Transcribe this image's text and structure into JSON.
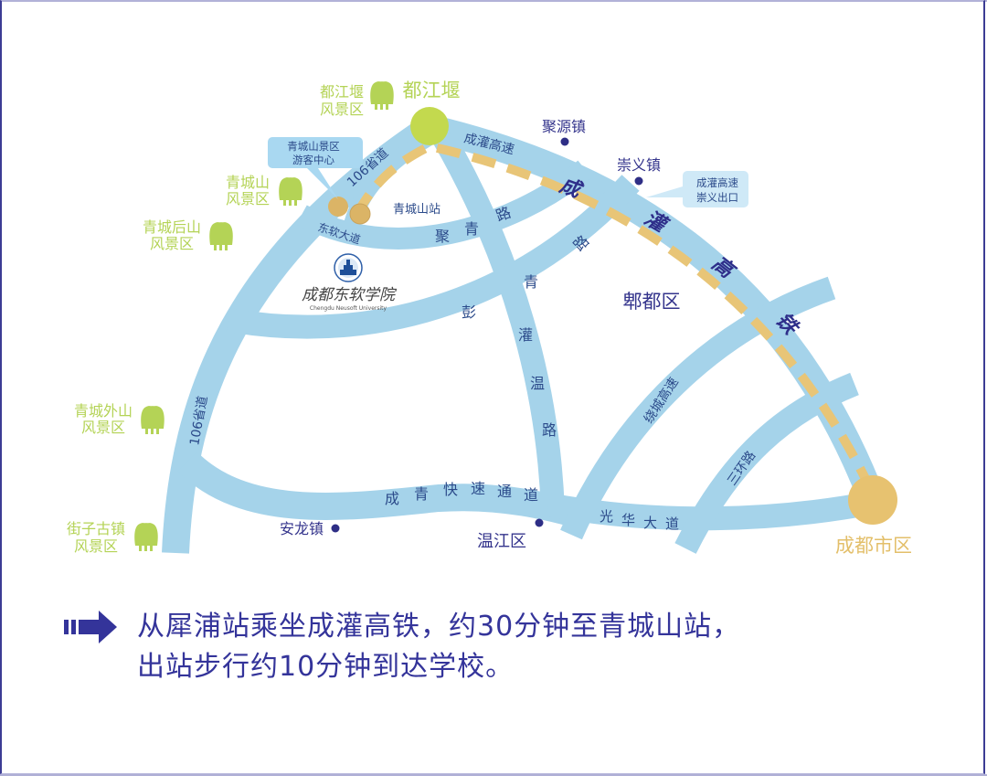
{
  "map": {
    "scenic_areas": [
      {
        "line1": "都江堰",
        "line2": "风景区"
      },
      {
        "line1": "青城山",
        "line2": "风景区"
      },
      {
        "line1": "青城后山",
        "line2": "风景区"
      },
      {
        "line1": "青城外山",
        "line2": "风景区"
      },
      {
        "line1": "街子古镇",
        "line2": "风景区"
      }
    ],
    "cities": {
      "dujiangyan": "都江堰",
      "chengdu": "成都市区"
    },
    "callouts": {
      "visitor_center": {
        "line1": "青城山景区",
        "line2": "游客中心"
      },
      "expressway_exit": {
        "line1": "成灌高速",
        "line2": "崇义出口"
      }
    },
    "stations": {
      "qingchengshan": "青城山站"
    },
    "towns": [
      {
        "name": "聚源镇"
      },
      {
        "name": "崇义镇"
      },
      {
        "name": "安龙镇"
      }
    ],
    "districts": {
      "pidu": "郫都区",
      "wenjiang": "温江区"
    },
    "roads": {
      "road106_top": "106省道",
      "road106_left": "106省道",
      "chengguan_expressway": "成灌高速",
      "dongruan": "东软大道",
      "juqing": [
        "聚",
        "青",
        "路"
      ],
      "pengqing": [
        "彭",
        "青",
        "路"
      ],
      "guanwen": [
        "灌",
        "温",
        "路"
      ],
      "chengqing": [
        "成",
        "青",
        "快",
        "速",
        "通",
        "道"
      ],
      "guanghua": [
        "光",
        "华",
        "大",
        "道"
      ],
      "ring_expressway": "绕城高速",
      "third_ring": "三环路"
    },
    "rail": {
      "label": [
        "成",
        "灌",
        "高",
        "铁"
      ],
      "color": "#e8c577"
    },
    "university": {
      "name_cn": "成都东软学院",
      "name_en": "Chengdu Neusoft University"
    },
    "colors": {
      "road": "#a5d3ea",
      "scenic": "#b4d356",
      "text": "#34348c",
      "city": "#e3bf6a"
    }
  },
  "caption": {
    "line1": "从犀浦站乘坐成灌高铁，约30分钟至青城山站，",
    "line2": "出站步行约10分钟到达学校。",
    "icon": "arrow-right-icon"
  }
}
